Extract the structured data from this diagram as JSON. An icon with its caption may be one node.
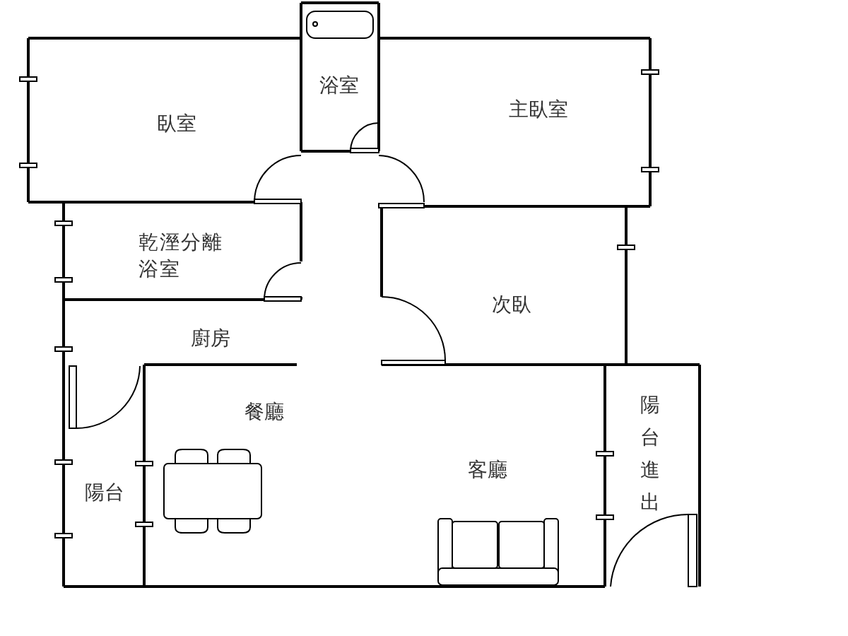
{
  "diagram": {
    "labels": [
      "臥室",
      "浴室",
      "主臥室",
      "乾溼分離浴室",
      "次臥",
      "廚房",
      "餐廳",
      "陽台",
      "客廳",
      "陽台進出"
    ]
  }
}
